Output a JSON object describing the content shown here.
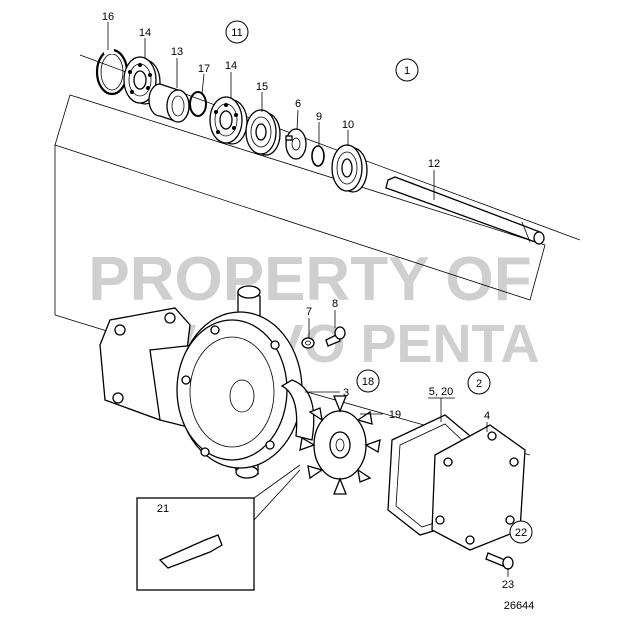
{
  "colors": {
    "line": "#000000",
    "background": "#ffffff",
    "watermark": "#cfcfcf"
  },
  "watermark": {
    "line1": "PROPERTY OF",
    "line2": "VOLVO PENTA"
  },
  "figure_number": "26644",
  "labels": {
    "p16": "16",
    "p14a": "14",
    "p13": "13",
    "p17": "17",
    "p14b": "14",
    "p15": "15",
    "p6": "6",
    "p9": "9",
    "p10": "10",
    "p12": "12",
    "p7": "7",
    "p8": "8",
    "p3": "3",
    "p19": "19",
    "p5_20": "5, 20",
    "p4": "4",
    "p21": "21",
    "p23": "23"
  },
  "circled_labels": {
    "c11": "11",
    "c1": "1",
    "c18": "18",
    "c2": "2",
    "c22": "22"
  }
}
